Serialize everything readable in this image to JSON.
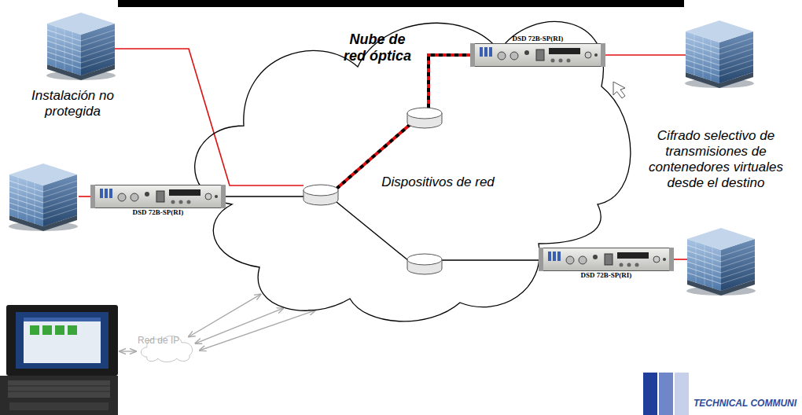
{
  "diagram": {
    "nodes": [
      {
        "text": [
          "Nube de red óptica",
          "Dispositivos de red"
        ]
      },
      {
        "text": [
          "DSD 72B-SP(RI)"
        ]
      },
      {
        "text": [
          "DSD 72B-SP(RI)"
        ]
      },
      {
        "text": [
          "DSD 72B-SP(RI)"
        ]
      },
      {
        "text": [
          "Red de IP"
        ]
      }
    ],
    "edges": [
      {
        "from": 4,
        "to": 0,
        "arrow": "both"
      },
      {
        "from": 4,
        "to": 0,
        "arrow": "both"
      },
      {
        "from": 4,
        "to": 0,
        "arrow": "both"
      }
    ],
    "labels": [
      "Instalación no protegida",
      "Cifrado selectivo de transmisiones de contenedores virtuales desde el destino",
      "TECHNICAL COMMUNI"
    ]
  }
}
